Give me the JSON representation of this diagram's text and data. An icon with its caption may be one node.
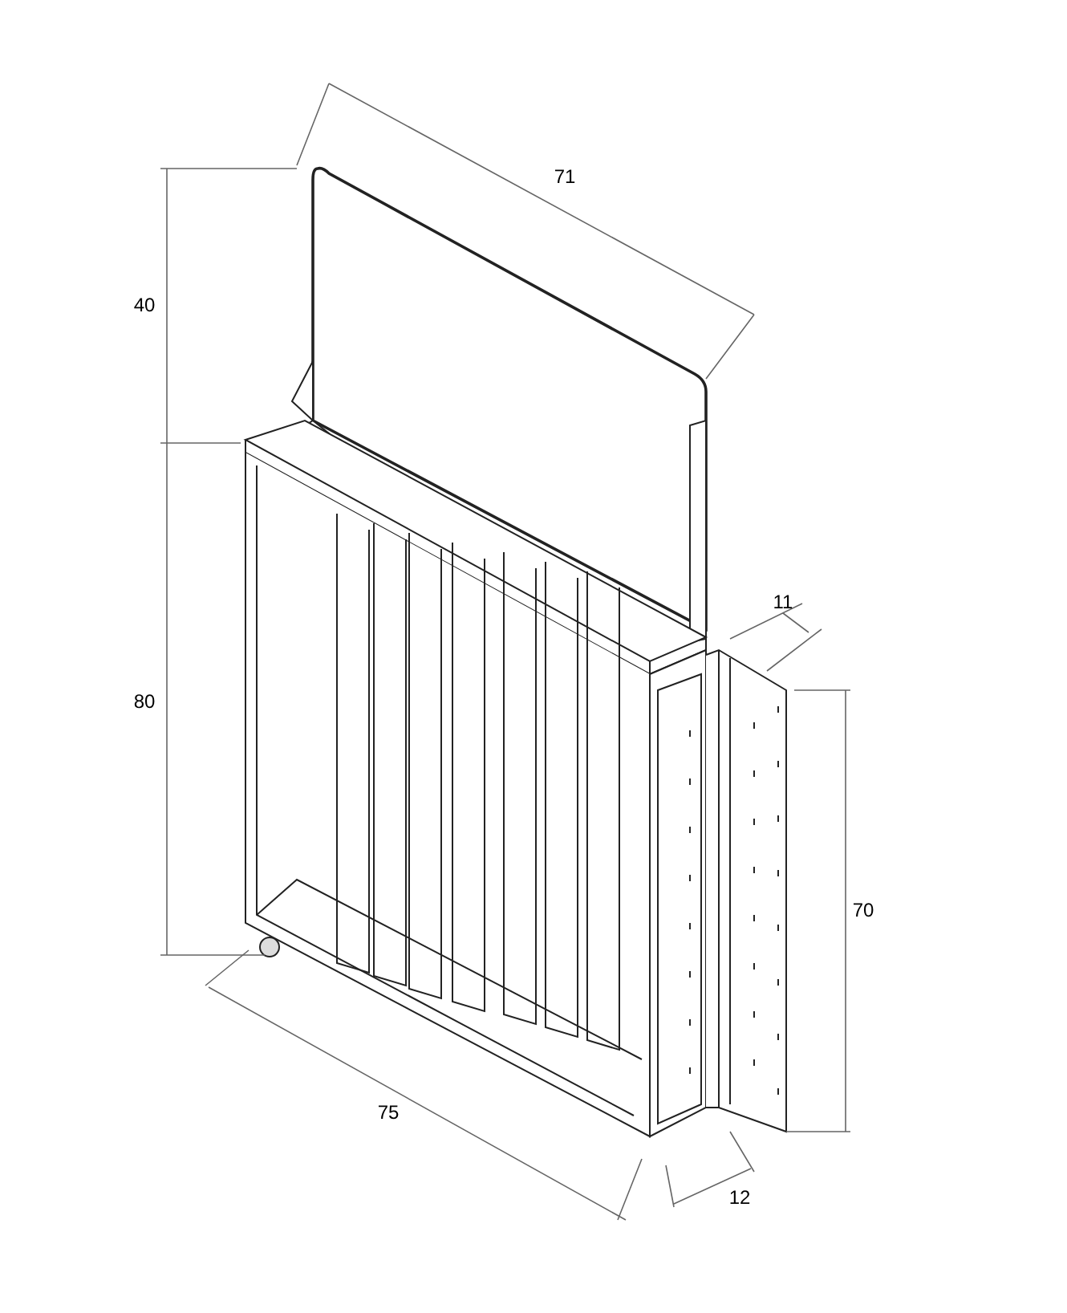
{
  "diagram": {
    "labels": [
      "71",
      "40",
      "11",
      "80",
      "70",
      "75",
      "12"
    ]
  }
}
